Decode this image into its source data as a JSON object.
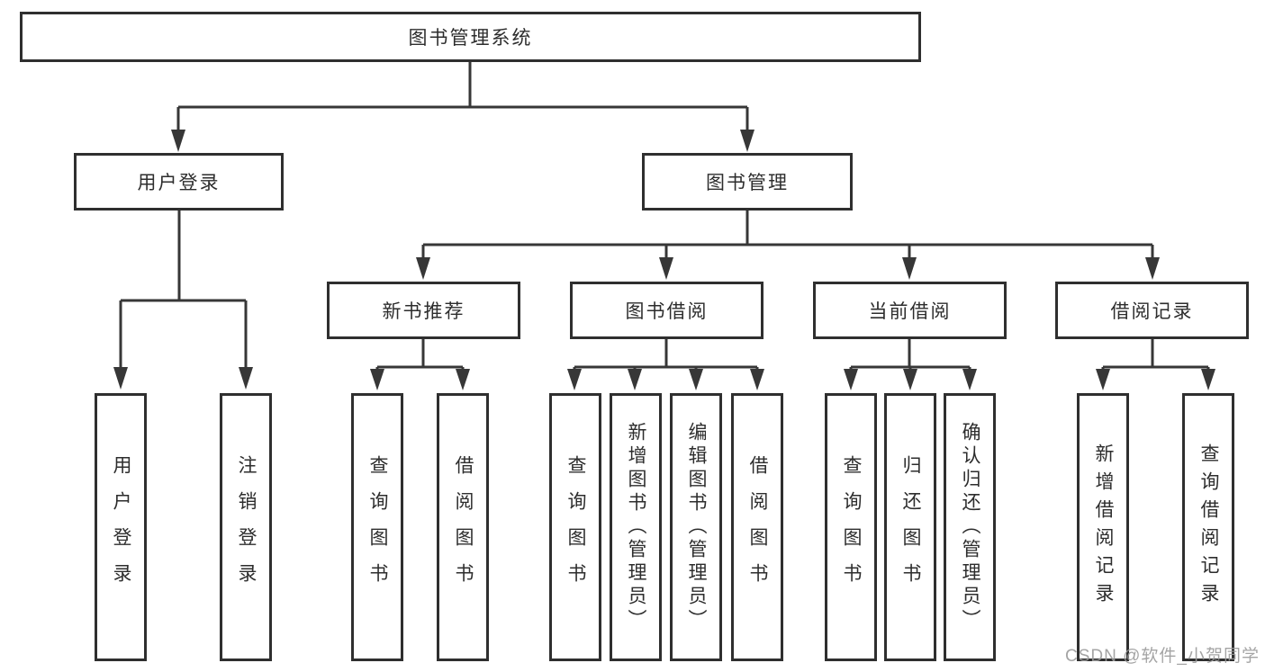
{
  "diagram": {
    "title": "图书管理系统",
    "root": {
      "label": "图书管理系统"
    },
    "level2": [
      {
        "label": "用户登录"
      },
      {
        "label": "图书管理"
      }
    ],
    "level3": [
      {
        "label": "新书推荐",
        "parent": "图书管理"
      },
      {
        "label": "图书借阅",
        "parent": "图书管理"
      },
      {
        "label": "当前借阅",
        "parent": "图书管理"
      },
      {
        "label": "借阅记录",
        "parent": "图书管理"
      }
    ],
    "leaves": [
      {
        "label": "用户登录",
        "parent": "用户登录"
      },
      {
        "label": "注销登录",
        "parent": "用户登录"
      },
      {
        "label": "查询图书",
        "parent": "新书推荐"
      },
      {
        "label": "借阅图书",
        "parent": "新书推荐"
      },
      {
        "label": "查询图书",
        "parent": "图书借阅"
      },
      {
        "label": "新增图书（管理员）",
        "parent": "图书借阅"
      },
      {
        "label": "编辑图书（管理员）",
        "parent": "图书借阅"
      },
      {
        "label": "借阅图书",
        "parent": "图书借阅"
      },
      {
        "label": "查询图书",
        "parent": "当前借阅"
      },
      {
        "label": "归还图书",
        "parent": "当前借阅"
      },
      {
        "label": "确认归还（管理员）",
        "parent": "当前借阅"
      },
      {
        "label": "新增借阅记录",
        "parent": "借阅记录"
      },
      {
        "label": "查询借阅记录",
        "parent": "借阅记录"
      }
    ],
    "line_color": "#373737",
    "box_border_color": "#2f2f2f",
    "text_color": "#2d2d2d"
  },
  "watermark": {
    "text": "CSDN @软件_小贺同学",
    "color": "#9b9b9b"
  }
}
